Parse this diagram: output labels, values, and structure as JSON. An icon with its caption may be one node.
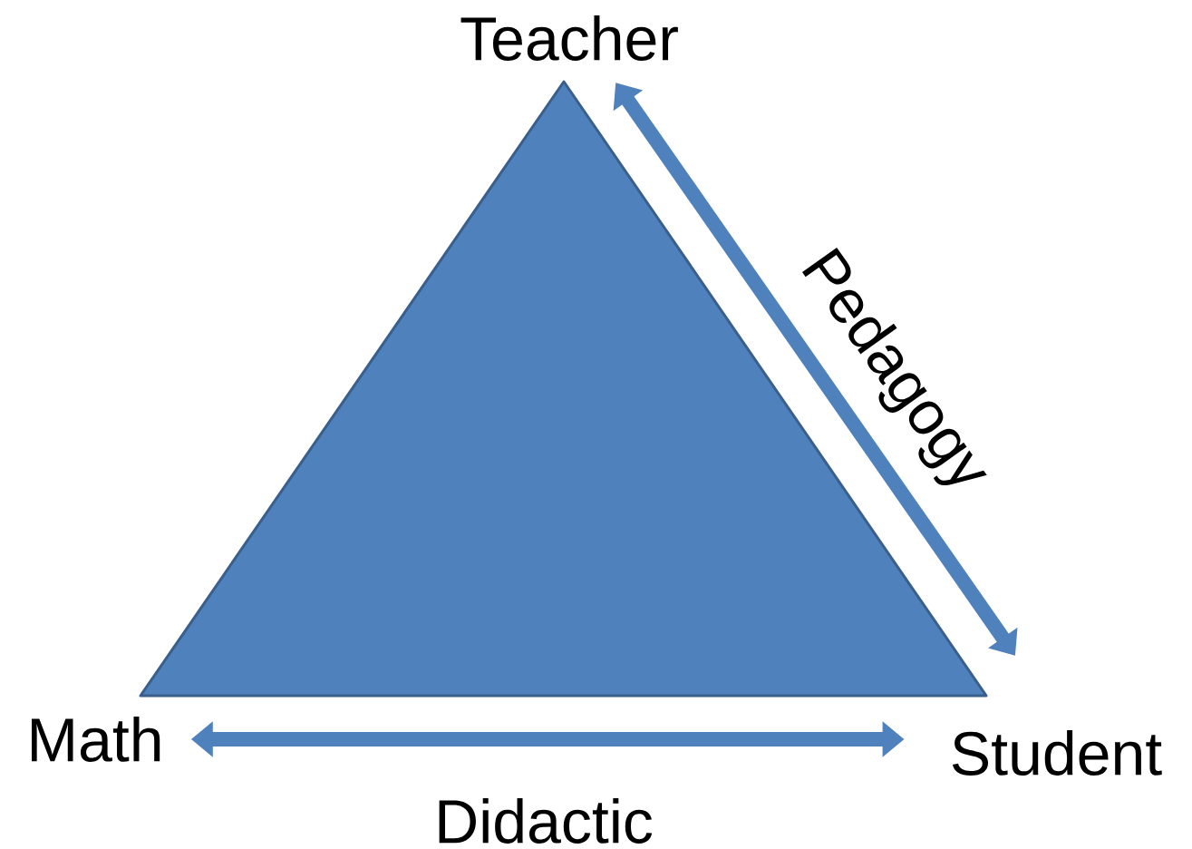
{
  "diagram": {
    "nodes": [
      {
        "text": [
          "Teacher"
        ]
      },
      {
        "text": [
          "Math"
        ]
      },
      {
        "text": [
          "Student"
        ]
      }
    ],
    "edges": [
      {
        "from": 1,
        "to": 2,
        "arrow": "both",
        "label": "Didactic"
      },
      {
        "from": 0,
        "to": 2,
        "arrow": "both",
        "label": "Pedagogy"
      }
    ]
  }
}
